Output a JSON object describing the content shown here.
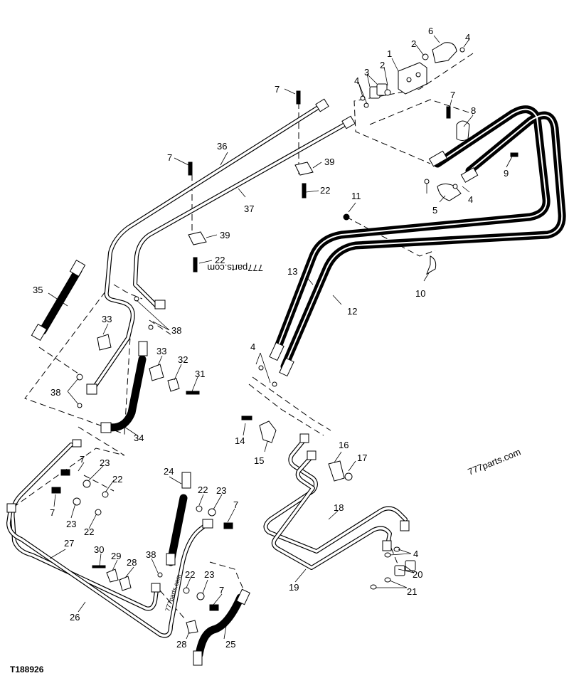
{
  "figure_id": "T188926",
  "watermarks": [
    "777parts.com",
    "777parts.com",
    "777parts.com"
  ],
  "callouts": [
    "1",
    "2",
    "2",
    "3",
    "4",
    "4",
    "4",
    "4",
    "4",
    "5",
    "6",
    "7",
    "7",
    "7",
    "7",
    "7",
    "7",
    "7",
    "8",
    "9",
    "10",
    "11",
    "12",
    "13",
    "14",
    "15",
    "16",
    "17",
    "18",
    "19",
    "20",
    "21",
    "22",
    "22",
    "22",
    "22",
    "22",
    "22",
    "23",
    "23",
    "23",
    "23",
    "23",
    "24",
    "25",
    "26",
    "27",
    "28",
    "28",
    "29",
    "30",
    "31",
    "32",
    "33",
    "33",
    "34",
    "35",
    "36",
    "37",
    "38",
    "38",
    "38",
    "39",
    "39"
  ]
}
